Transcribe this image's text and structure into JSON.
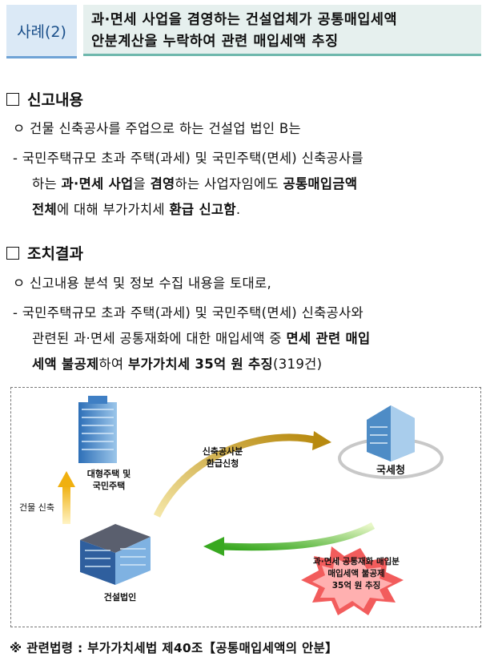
{
  "case_tag": "사례(2)",
  "title_line1": "과·면세 사업을 겸영하는 건설업체가 공통매입세액",
  "title_line2": "안분계산을 누락하여 관련 매입세액 추징",
  "section1_title": "신고내용",
  "s1_bullet": "ㅇ  건물 신축공사를 주업으로 하는 건설업 법인 B는",
  "s1_dash_line1": "- 국민주택규모 초과 주택(과세) 및 국민주택(면세) 신축공사를",
  "s1_dash_line2": {
    "p1": "하는 ",
    "b1": "과·면세 사업",
    "p2": "을 ",
    "b2": "겸영",
    "p3": "하는 사업자임에도 ",
    "b3": "공통매입금액"
  },
  "s1_dash_line3": {
    "b1": "전체",
    "p1": "에 대해 부가가치세 ",
    "b2": "환급 신고함",
    "p2": "."
  },
  "section2_title": "조치결과",
  "s2_bullet": "ㅇ  신고내용 분석 및 정보 수집 내용을 토대로,",
  "s2_dash_line1": "- 국민주택규모 초과 주택(과세) 및 국민주택(면세) 신축공사와",
  "s2_dash_line2": {
    "p1": "관련된 과·면세 공통재화에 대한 매입세액 중 ",
    "b1": "면세 관련 매입"
  },
  "s2_dash_line3": {
    "b1": "세액 불공제",
    "p1": "하여 ",
    "b2": "부가가치세 35억 원 추징",
    "p2": "(319건)"
  },
  "figure": {
    "housing_label": "대형주택 및\n국민주택",
    "construction_label": "건물 신축",
    "company_label": "건설법인",
    "refund_label": "신축공사분\n환급신청",
    "nts_label": "국세청",
    "penalty_label": "과·면세 공통재화 매입분\n매입세액 불공제\n35억 원 추징"
  },
  "note": "※ 관련법령 : 부가가치세법 제40조【공통매입세액의 안분】",
  "colors": {
    "tag_bg": "#dbe9f6",
    "title_bg": "#e6f0ee",
    "accent_blue": "#6fa3d6",
    "accent_teal": "#6fb8ad"
  }
}
